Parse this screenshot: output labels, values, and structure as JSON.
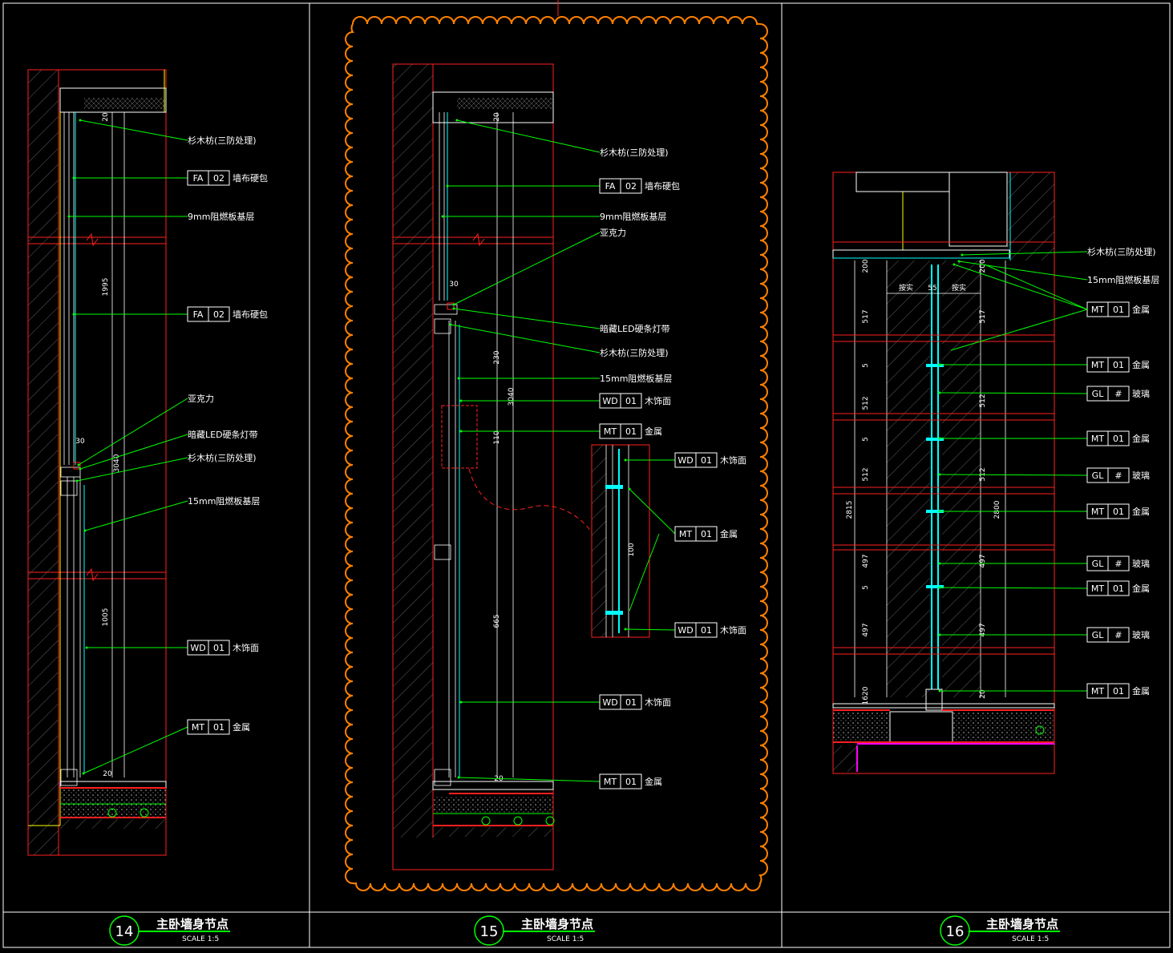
{
  "colors": {
    "background": "#000000",
    "frame": "#ffffff",
    "wall": "#ff2020",
    "leader": "#00ff00",
    "text": "#ffffff",
    "accent": "#00ffff",
    "yellow": "#ffff00",
    "cloud": "#ff8000",
    "magenta": "#ff00ff"
  },
  "panels": [
    {
      "number": "14",
      "title": "主卧墙身节点",
      "scale": "SCALE  1:5"
    },
    {
      "number": "15",
      "title": "主卧墙身节点",
      "scale": "SCALE  1:5"
    },
    {
      "number": "16",
      "title": "主卧墙身节点",
      "scale": "SCALE  1:5"
    }
  ],
  "detail14": {
    "labels": [
      {
        "text": "杉木枋(三防处理)"
      },
      {
        "code": "FA",
        "num": "02",
        "text": "墙布硬包"
      },
      {
        "text": "9mm阻燃板基层"
      },
      {
        "code": "FA",
        "num": "02",
        "text": "墙布硬包"
      },
      {
        "text": "亚克力"
      },
      {
        "text": "暗藏LED硬条灯带"
      },
      {
        "text": "杉木枋(三防处理)"
      },
      {
        "text": "15mm阻燃板基层"
      },
      {
        "code": "WD",
        "num": "01",
        "text": "木饰面"
      },
      {
        "code": "MT",
        "num": "01",
        "text": "金属"
      }
    ],
    "dims": [
      "20",
      "1995",
      "30",
      "3040",
      "1005",
      "20"
    ]
  },
  "detail15": {
    "labels": [
      {
        "text": "杉木枋(三防处理)"
      },
      {
        "code": "FA",
        "num": "02",
        "text": "墙布硬包"
      },
      {
        "text": "9mm阻燃板基层"
      },
      {
        "text": "亚克力"
      },
      {
        "text": "暗藏LED硬条灯带"
      },
      {
        "text": "杉木枋(三防处理)"
      },
      {
        "text": "15mm阻燃板基层"
      },
      {
        "code": "WD",
        "num": "01",
        "text": "木饰面"
      },
      {
        "code": "MT",
        "num": "01",
        "text": "金属"
      },
      {
        "code": "WD",
        "num": "01",
        "text": "木饰面"
      },
      {
        "code": "MT",
        "num": "01",
        "text": "金属"
      }
    ],
    "inset_labels": [
      {
        "code": "WD",
        "num": "01",
        "text": "木饰面"
      },
      {
        "code": "MT",
        "num": "01",
        "text": "金属"
      },
      {
        "code": "WD",
        "num": "01",
        "text": "木饰面"
      }
    ],
    "dims": [
      "20",
      "30",
      "230",
      "3040",
      "110",
      "665",
      "20",
      "100"
    ]
  },
  "detail16": {
    "labels": [
      {
        "text": "杉木枋(三防处理)"
      },
      {
        "text": "15mm阻燃板基层"
      },
      {
        "code": "MT",
        "num": "01",
        "text": "金属"
      },
      {
        "code": "MT",
        "num": "01",
        "text": "金属"
      },
      {
        "code": "GL",
        "num": "#",
        "text": "玻璃"
      },
      {
        "code": "MT",
        "num": "01",
        "text": "金属"
      },
      {
        "code": "GL",
        "num": "#",
        "text": "玻璃"
      },
      {
        "code": "MT",
        "num": "01",
        "text": "金属"
      },
      {
        "code": "GL",
        "num": "#",
        "text": "玻璃"
      },
      {
        "code": "MT",
        "num": "01",
        "text": "金属"
      },
      {
        "code": "GL",
        "num": "#",
        "text": "玻璃"
      },
      {
        "code": "MT",
        "num": "01",
        "text": "金属"
      }
    ],
    "tops": [
      "按实",
      "55",
      "按实"
    ],
    "dims_left": [
      "200",
      "517",
      "5",
      "512",
      "5",
      "512",
      "2815",
      "497",
      "5",
      "497",
      "1620"
    ],
    "dims_right": [
      "200",
      "517",
      "512",
      "512",
      "2800",
      "497",
      "497",
      "20"
    ]
  }
}
